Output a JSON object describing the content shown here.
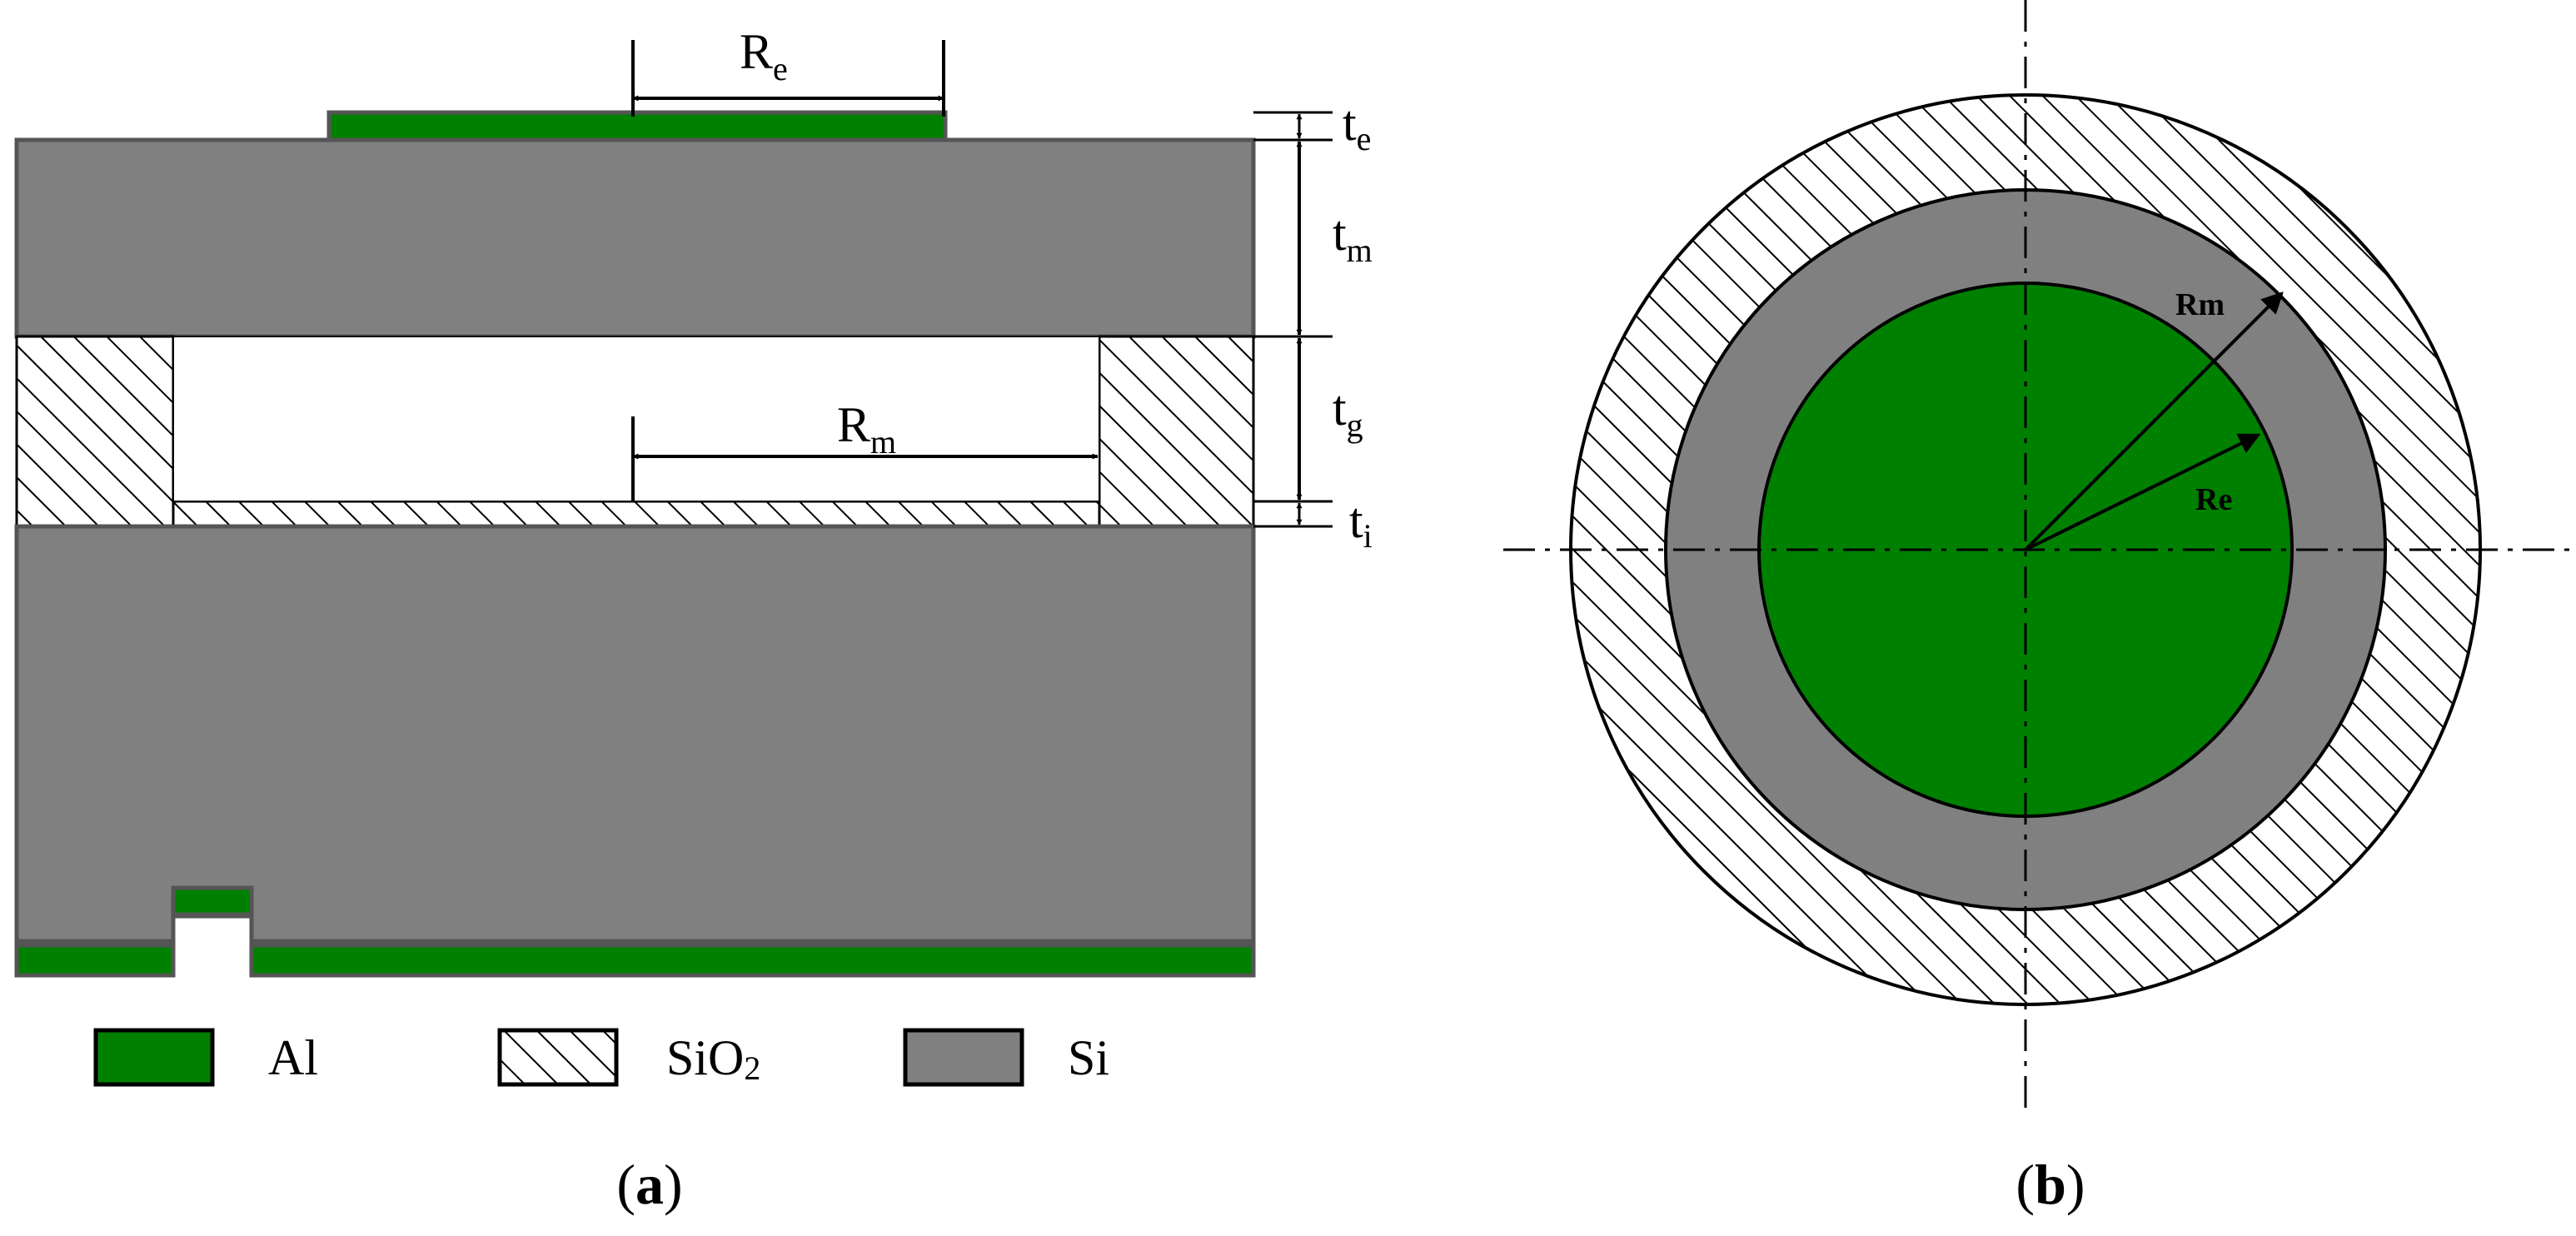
{
  "panel_a": {
    "dimensions": {
      "re": {
        "base": "R",
        "sub": "e"
      },
      "rm": {
        "base": "R",
        "sub": "m"
      },
      "te": {
        "base": "t",
        "sub": "e"
      },
      "tm": {
        "base": "t",
        "sub": "m"
      },
      "tg": {
        "base": "t",
        "sub": "g"
      },
      "ti": {
        "base": "t",
        "sub": "i"
      }
    },
    "legend": {
      "al": {
        "label": "Al"
      },
      "sio2": {
        "base": "SiO",
        "sub": "2"
      },
      "si": {
        "label": "Si"
      }
    },
    "caption": {
      "open": "(",
      "letter": "a",
      "close": ")"
    }
  },
  "panel_b": {
    "labels": {
      "rm": "Rm",
      "re": "Re"
    },
    "caption": {
      "open": "(",
      "letter": "b",
      "close": ")"
    }
  },
  "colors": {
    "aluminum": "#008000",
    "silicon": "#808080",
    "oxide_hatch": "#000000",
    "outline": "#000000",
    "background": "#ffffff"
  }
}
